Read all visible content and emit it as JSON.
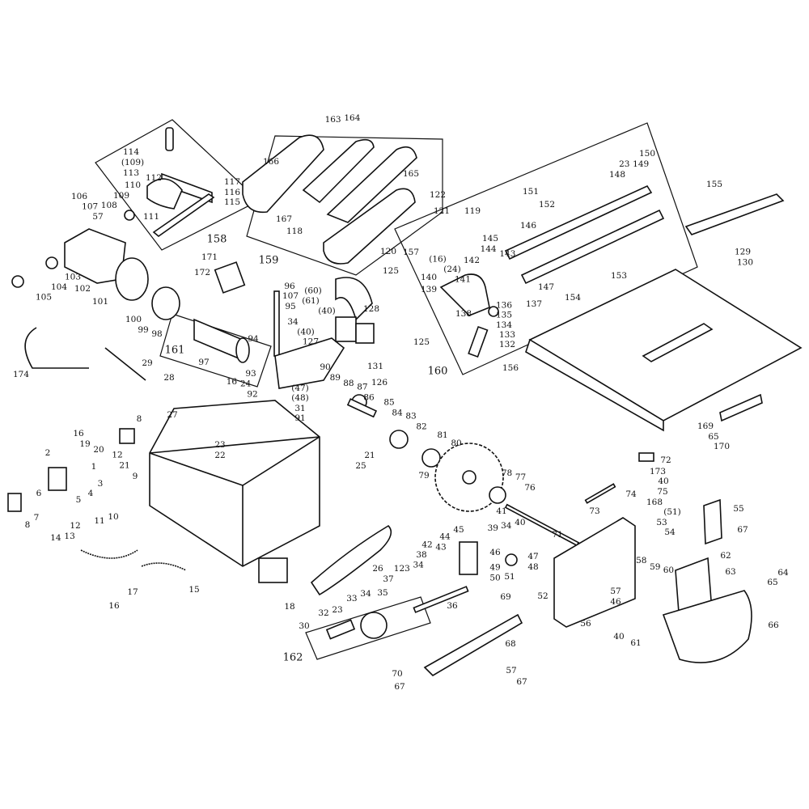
{
  "diagram": {
    "title_hidden": null,
    "line_color": "#111111",
    "callouts": [
      "114",
      "(109)",
      "113",
      "112",
      "110",
      "109",
      "108",
      "117",
      "116",
      "115",
      "111",
      "158",
      "106",
      "107",
      "57",
      "103",
      "104",
      "102",
      "105",
      "101",
      "171",
      "172",
      "100",
      "99",
      "98",
      "161",
      "97",
      "94",
      "174",
      "29",
      "28",
      "27",
      "93",
      "16",
      "24",
      "92",
      "163",
      "164",
      "166",
      "165",
      "167",
      "122",
      "121",
      "119",
      "118",
      "120",
      "159",
      "157",
      "96",
      "107",
      "95",
      "(60)",
      "(61)",
      "(40)",
      "34",
      "(40)",
      "127",
      "125",
      "128",
      "125",
      "131",
      "126",
      "160",
      "90",
      "89",
      "88",
      "(47)",
      "(48)",
      "31",
      "91",
      "87",
      "86",
      "85",
      "84",
      "83",
      "82",
      "81",
      "80",
      "79",
      "78",
      "77",
      "76",
      "21",
      "25",
      "23",
      "22",
      "16",
      "19",
      "20",
      "8",
      "12",
      "21",
      "2",
      "1",
      "3",
      "4",
      "6",
      "5",
      "7",
      "8",
      "9",
      "10",
      "11",
      "14",
      "13",
      "12",
      "15",
      "17",
      "16",
      "18",
      "26",
      "37",
      "123",
      "34",
      "38",
      "42",
      "43",
      "44",
      "45",
      "39",
      "34",
      "40",
      "41",
      "46",
      "49",
      "50",
      "36",
      "35",
      "34",
      "33",
      "32",
      "23",
      "30",
      "162",
      "71",
      "47",
      "48",
      "51",
      "52",
      "69",
      "68",
      "70",
      "67",
      "57",
      "67",
      "73",
      "72",
      "173",
      "40",
      "75",
      "74",
      "168",
      "(51)",
      "53",
      "54",
      "55",
      "67",
      "58",
      "59",
      "60",
      "62",
      "63",
      "64",
      "65",
      "57",
      "46",
      "56",
      "40",
      "61",
      "66",
      "150",
      "149",
      "23",
      "148",
      "155",
      "151",
      "152",
      "146",
      "145",
      "144",
      "143",
      "142",
      "(16)",
      "(24)",
      "141",
      "140",
      "139",
      "138",
      "136",
      "137",
      "135",
      "134",
      "133",
      "132",
      "147",
      "153",
      "154",
      "129",
      "130",
      "156",
      "169",
      "65",
      "170"
    ]
  }
}
